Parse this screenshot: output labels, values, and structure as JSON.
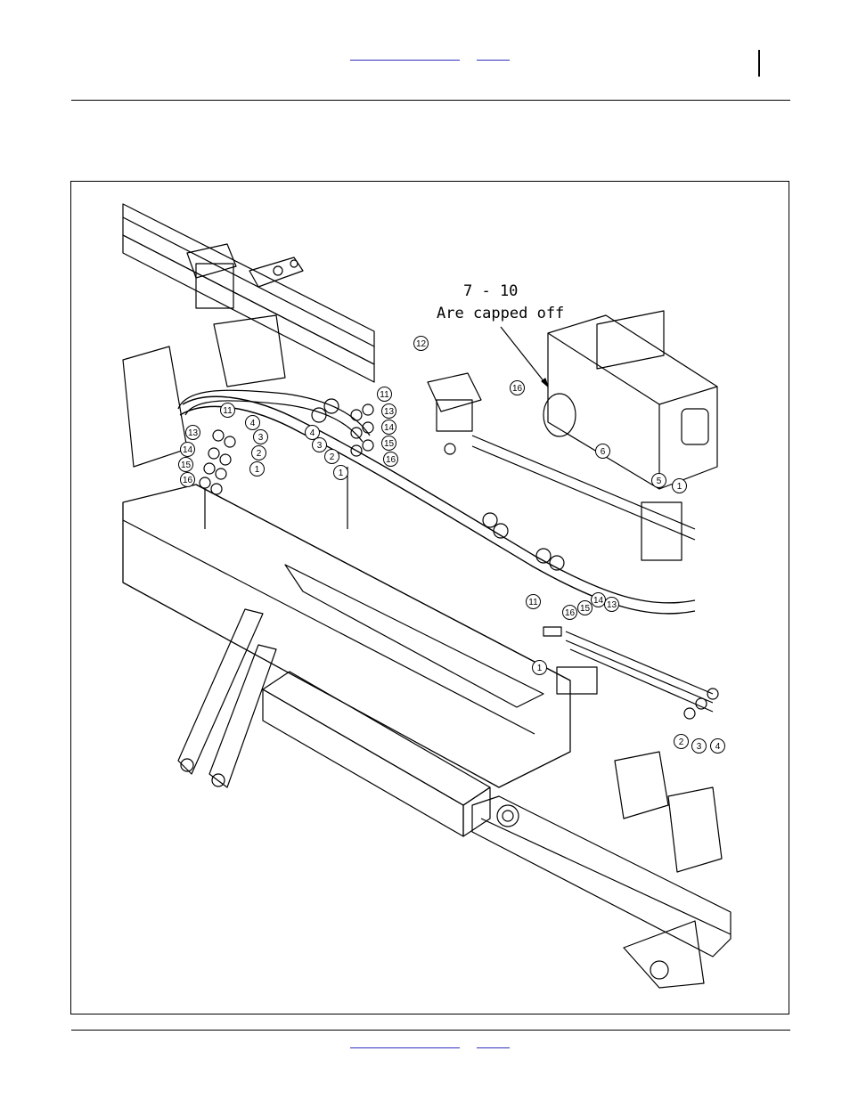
{
  "figure": {
    "note_line1": "7 - 10",
    "note_line2": "Are capped off",
    "callouts": [
      {
        "label": "12"
      },
      {
        "label": "11"
      },
      {
        "label": "13"
      },
      {
        "label": "14"
      },
      {
        "label": "15"
      },
      {
        "label": "16"
      },
      {
        "label": "1"
      },
      {
        "label": "2"
      },
      {
        "label": "3"
      },
      {
        "label": "4"
      },
      {
        "label": "11"
      },
      {
        "label": "4"
      },
      {
        "label": "13"
      },
      {
        "label": "3"
      },
      {
        "label": "14"
      },
      {
        "label": "2"
      },
      {
        "label": "15"
      },
      {
        "label": "1"
      },
      {
        "label": "16"
      },
      {
        "label": "16"
      },
      {
        "label": "1"
      },
      {
        "label": "6"
      },
      {
        "label": "5"
      },
      {
        "label": "11"
      },
      {
        "label": "16"
      },
      {
        "label": "15"
      },
      {
        "label": "14"
      },
      {
        "label": "13"
      },
      {
        "label": "1"
      },
      {
        "label": "2"
      },
      {
        "label": "3"
      },
      {
        "label": "4"
      }
    ]
  }
}
